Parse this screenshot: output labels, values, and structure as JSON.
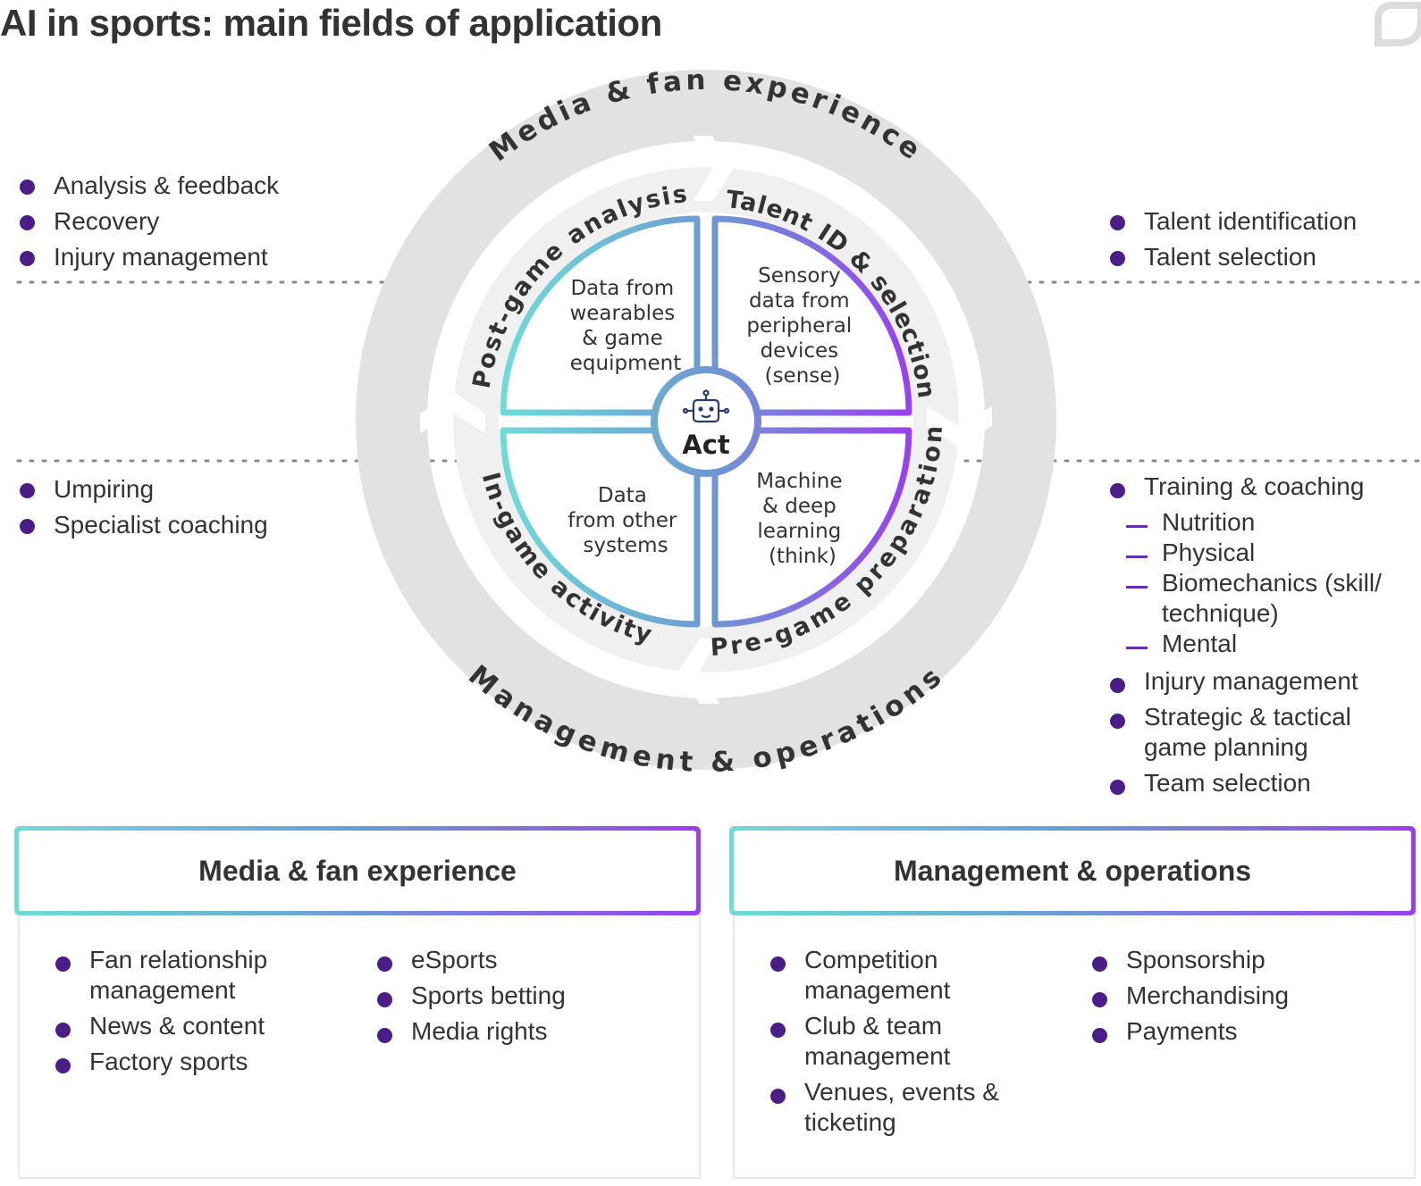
{
  "title": "AI in sports: main fields of application",
  "brand_colors": {
    "bullet": "#4b1d86",
    "grad_start": "#6fdcd9",
    "grad_mid": "#6d9bd2",
    "grad_end": "#9a3ff0",
    "ring": "#e2e2e2"
  },
  "ring": {
    "outer_top": "Media & fan experience",
    "outer_bottom": "Management & operations",
    "segments": {
      "top_left": "Post-game analysis",
      "top_right": "Talent ID & selection",
      "bottom_left": "In-game activity",
      "bottom_right": "Pre-game preparation"
    }
  },
  "quadrants": {
    "top_left": [
      "Data from",
      "wearables",
      "& game",
      "equipment"
    ],
    "top_right": [
      "Sensory",
      "data from",
      "peripheral",
      "devices",
      "(sense)"
    ],
    "bottom_left": [
      "Data",
      "from other",
      "systems"
    ],
    "bottom_right": [
      "Machine",
      "& deep",
      "learning",
      "(think)"
    ]
  },
  "center": {
    "label": "Act",
    "icon": "robot-icon"
  },
  "left_top_list": [
    "Analysis & feedback",
    "Recovery",
    "Injury management"
  ],
  "right_top_list": [
    "Talent identification",
    "Talent selection"
  ],
  "left_bottom_list": [
    "Umpiring",
    "Specialist coaching"
  ],
  "right_bottom_list": {
    "training": "Training & coaching",
    "sub": [
      "Nutrition",
      "Physical",
      "Biomechanics (skill/",
      "technique)",
      "Mental"
    ],
    "injury": "Injury management",
    "strategic": [
      "Strategic & tactical",
      "game planning"
    ],
    "team": "Team selection"
  },
  "media_box": {
    "heading": "Media & fan experience",
    "col1": [
      [
        "Fan relationship",
        "management"
      ],
      [
        "News & content"
      ],
      [
        "Factory sports"
      ]
    ],
    "col2": [
      "eSports",
      "Sports betting",
      "Media rights"
    ]
  },
  "management_box": {
    "heading": "Management & operations",
    "col1": [
      [
        "Competition",
        "management"
      ],
      [
        "Club & team",
        "management"
      ],
      [
        "Venues, events &",
        "ticketing"
      ]
    ],
    "col2": [
      "Sponsorship",
      "Merchandising",
      "Payments"
    ]
  }
}
